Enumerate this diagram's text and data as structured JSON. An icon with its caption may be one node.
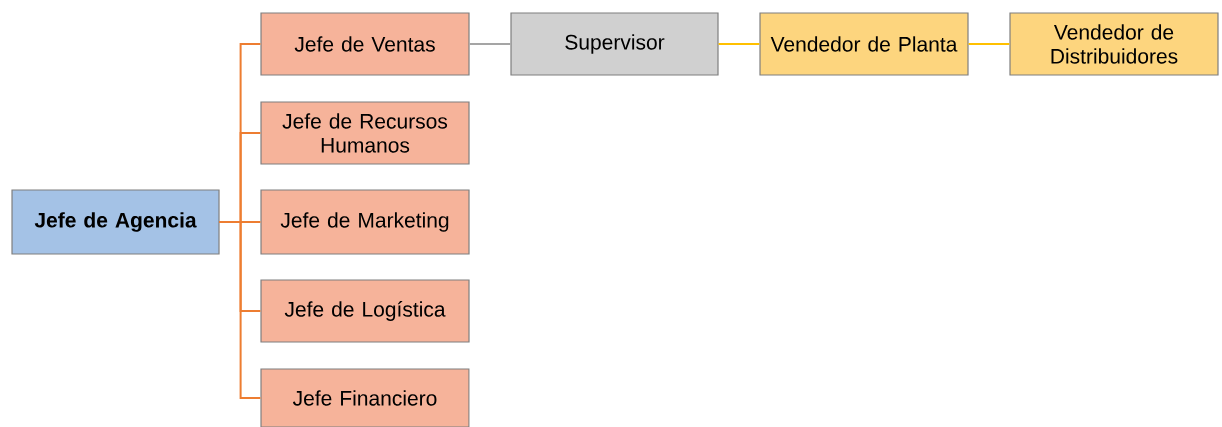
{
  "diagram": {
    "nodes": [
      {
        "text": [
          "Jefe de Agencia"
        ]
      },
      {
        "text": [
          "Jefe de Ventas"
        ]
      },
      {
        "text": [
          "Jefe de Recursos Humanos"
        ]
      },
      {
        "text": [
          "Jefe de Marketing"
        ]
      },
      {
        "text": [
          "Jefe de Logística"
        ]
      },
      {
        "text": [
          "Jefe Financiero"
        ]
      },
      {
        "text": [
          "Supervisor"
        ]
      },
      {
        "text": [
          "Vendedor de Planta"
        ]
      },
      {
        "text": [
          "Vendedor de Distribuidores"
        ]
      }
    ],
    "edges": [
      {
        "from": 0,
        "to": 1,
        "arrow": "none"
      },
      {
        "from": 0,
        "to": 2,
        "arrow": "none"
      },
      {
        "from": 0,
        "to": 3,
        "arrow": "none"
      },
      {
        "from": 0,
        "to": 4,
        "arrow": "none"
      },
      {
        "from": 0,
        "to": 5,
        "arrow": "none"
      },
      {
        "from": 1,
        "to": 6,
        "arrow": "none",
        "color": "#a5a5a5"
      },
      {
        "from": 6,
        "to": 7,
        "arrow": "none",
        "color": "#ffc000"
      },
      {
        "from": 7,
        "to": 8,
        "arrow": "none",
        "color": "#ffc000"
      }
    ]
  }
}
